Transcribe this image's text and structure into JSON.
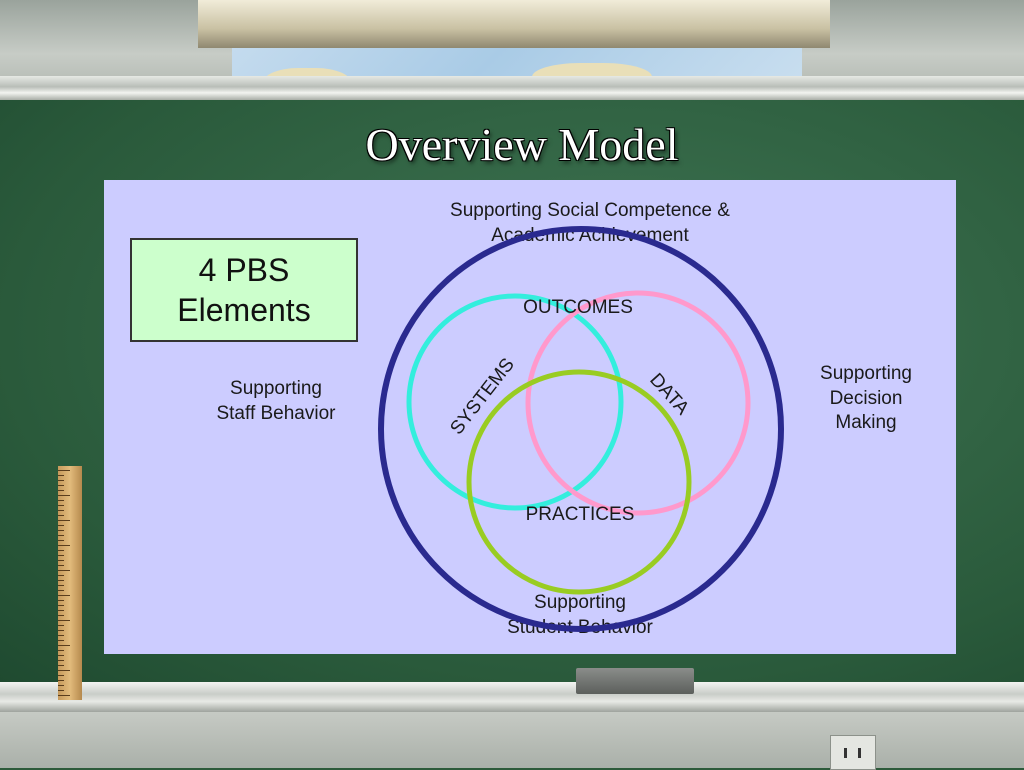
{
  "slide": {
    "title": "Overview Model"
  },
  "diagram": {
    "top_label": [
      "Supporting Social Competence &",
      "Academic Achievement"
    ],
    "box_label": [
      "4 PBS",
      "Elements"
    ],
    "left_label": [
      "Supporting",
      "Staff Behavior"
    ],
    "right_label": [
      "Supporting",
      "Decision",
      "Making"
    ],
    "bottom_label": [
      "Supporting",
      "Student Behavior"
    ],
    "outcomes": "OUTCOMES",
    "systems": "SYSTEMS",
    "data": "DATA",
    "practices": "PRACTICES",
    "colors": {
      "outer_circle": "#2a2a8f",
      "systems_circle": "#33eedd",
      "data_circle": "#ff99cc",
      "practices_circle": "#99cc22",
      "panel": "#ccccff",
      "box": "#ccffcc"
    }
  }
}
